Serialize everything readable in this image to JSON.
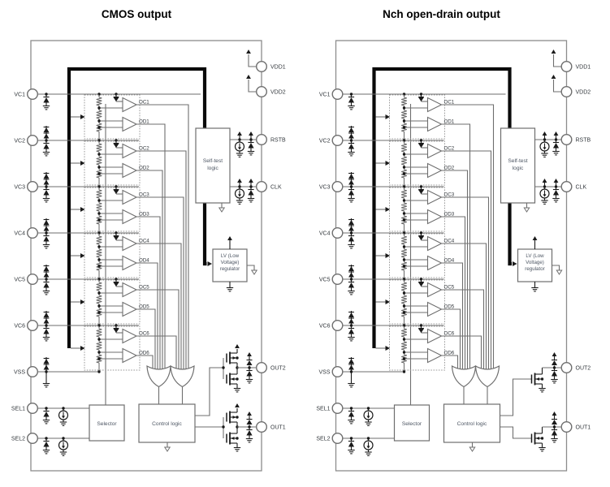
{
  "diagrams": [
    {
      "title": "CMOS output",
      "variant": "cmos"
    },
    {
      "title": "Nch open-drain output",
      "variant": "nch"
    }
  ],
  "pins": {
    "left": [
      "VC1",
      "VC2",
      "VC3",
      "VC4",
      "VC5",
      "VC6",
      "VSS",
      "SEL1",
      "SEL2"
    ],
    "right": [
      "VDD1",
      "VDD2",
      "RSTB",
      "CLK",
      "OUT2",
      "OUT1"
    ]
  },
  "channels": [
    {
      "oc": "OC1",
      "od": "OD1"
    },
    {
      "oc": "OC2",
      "od": "OD2"
    },
    {
      "oc": "OC3",
      "od": "OD3"
    },
    {
      "oc": "OC4",
      "od": "OD4"
    },
    {
      "oc": "OC5",
      "od": "OD5"
    },
    {
      "oc": "OC6",
      "od": "OD6"
    }
  ],
  "blocks": {
    "self_test": [
      "Self-test",
      "logic"
    ],
    "lv_regulator": [
      "LV (Low",
      "Voltage)",
      "regulator"
    ],
    "selector": "Selector",
    "control_logic": "Control logic"
  },
  "colors": {
    "wire": "#6e6e6e",
    "bus": "#0a0a0a",
    "symbol": "#1a1a1a",
    "box_stroke": "#6e6e6e",
    "outer_stroke": "#8c8c8c",
    "dotted": "#9a9a9a",
    "text": "#33383d",
    "block_text": "#4d5663",
    "title": "#000000",
    "background": "#ffffff"
  }
}
